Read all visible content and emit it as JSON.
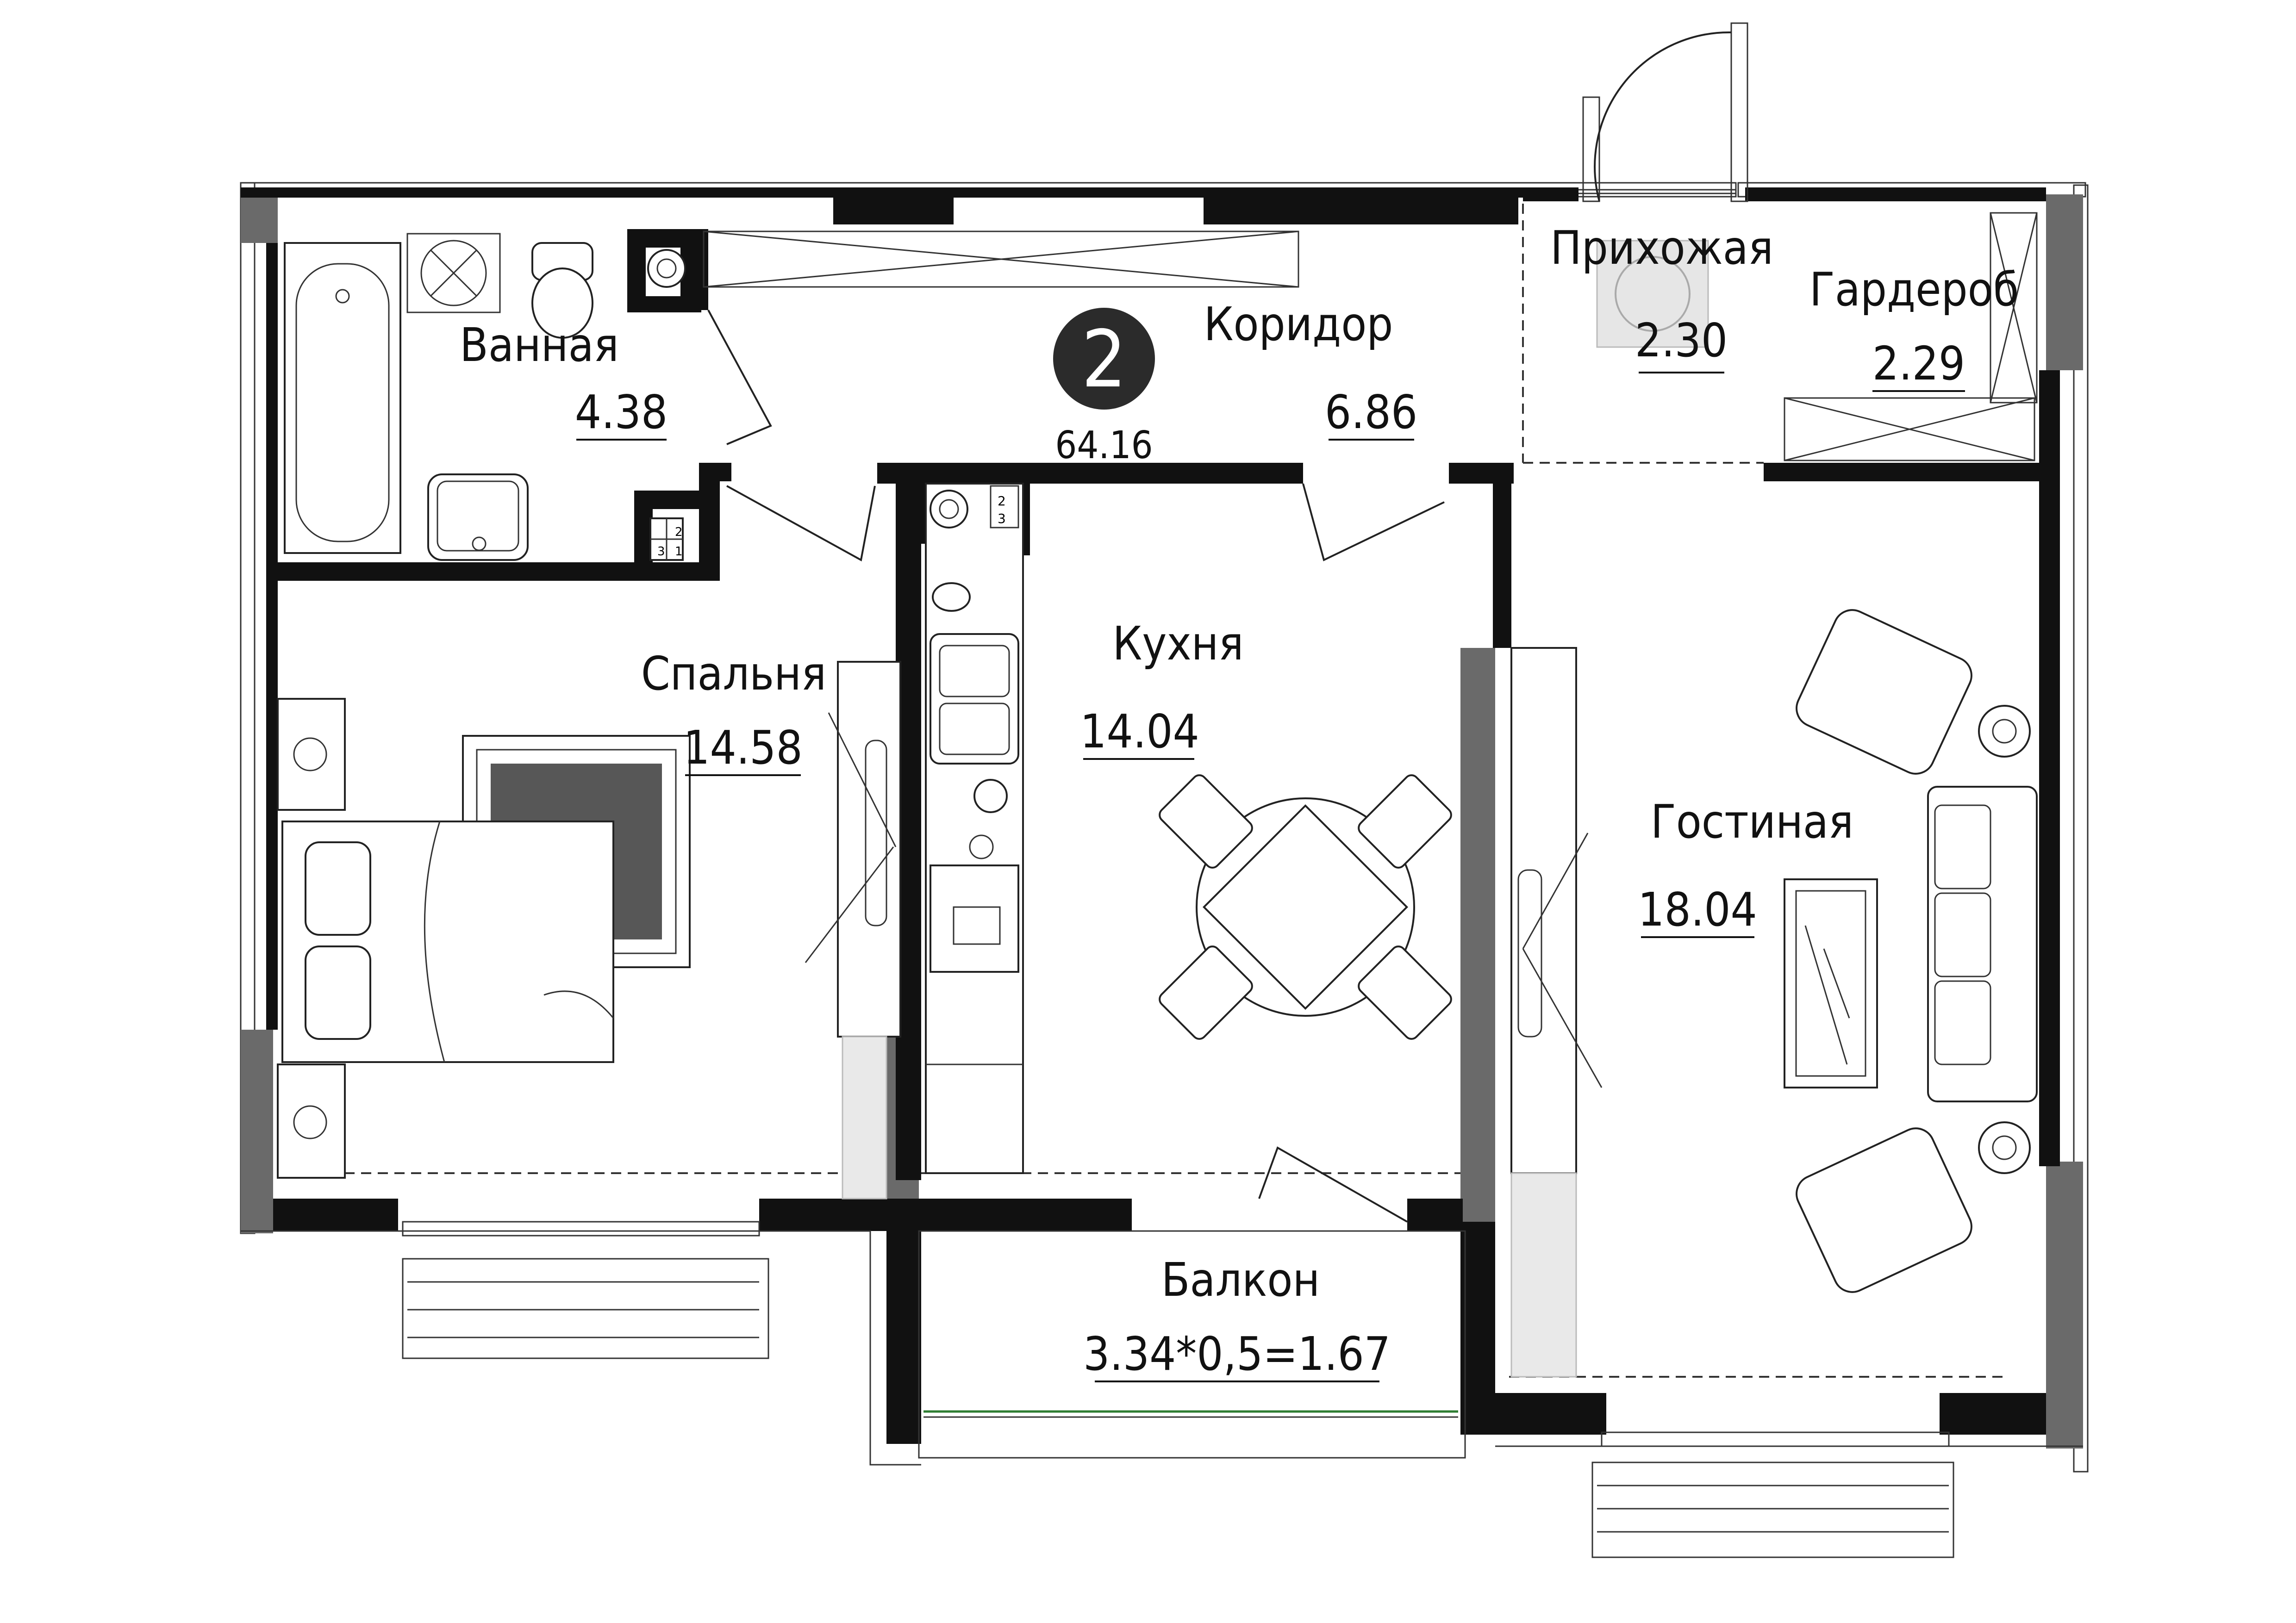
{
  "plan": {
    "apartment_number": "2",
    "total_area": "64.16",
    "rooms": [
      {
        "id": "bathroom",
        "name": "Ванная",
        "area": "4.38"
      },
      {
        "id": "corridor",
        "name": "Коридор",
        "area": "6.86"
      },
      {
        "id": "hallway",
        "name": "Прихожая",
        "area": "2.30"
      },
      {
        "id": "wardrobe",
        "name": "Гардероб",
        "area": "2.29"
      },
      {
        "id": "bedroom",
        "name": "Спальня",
        "area": "14.58"
      },
      {
        "id": "kitchen",
        "name": "Кухня",
        "area": "14.04"
      },
      {
        "id": "living",
        "name": "Гостиная",
        "area": "18.04"
      },
      {
        "id": "balcony",
        "name": "Балкон",
        "area": "3.34*0,5=1.67"
      }
    ],
    "socket_labels": [
      "2",
      "3",
      "2",
      "3",
      "1"
    ],
    "colors": {
      "walls": "#111111",
      "column_hatch": "#6a6a6a",
      "badge_fill": "#2b2b2b",
      "background": "#ffffff"
    }
  }
}
